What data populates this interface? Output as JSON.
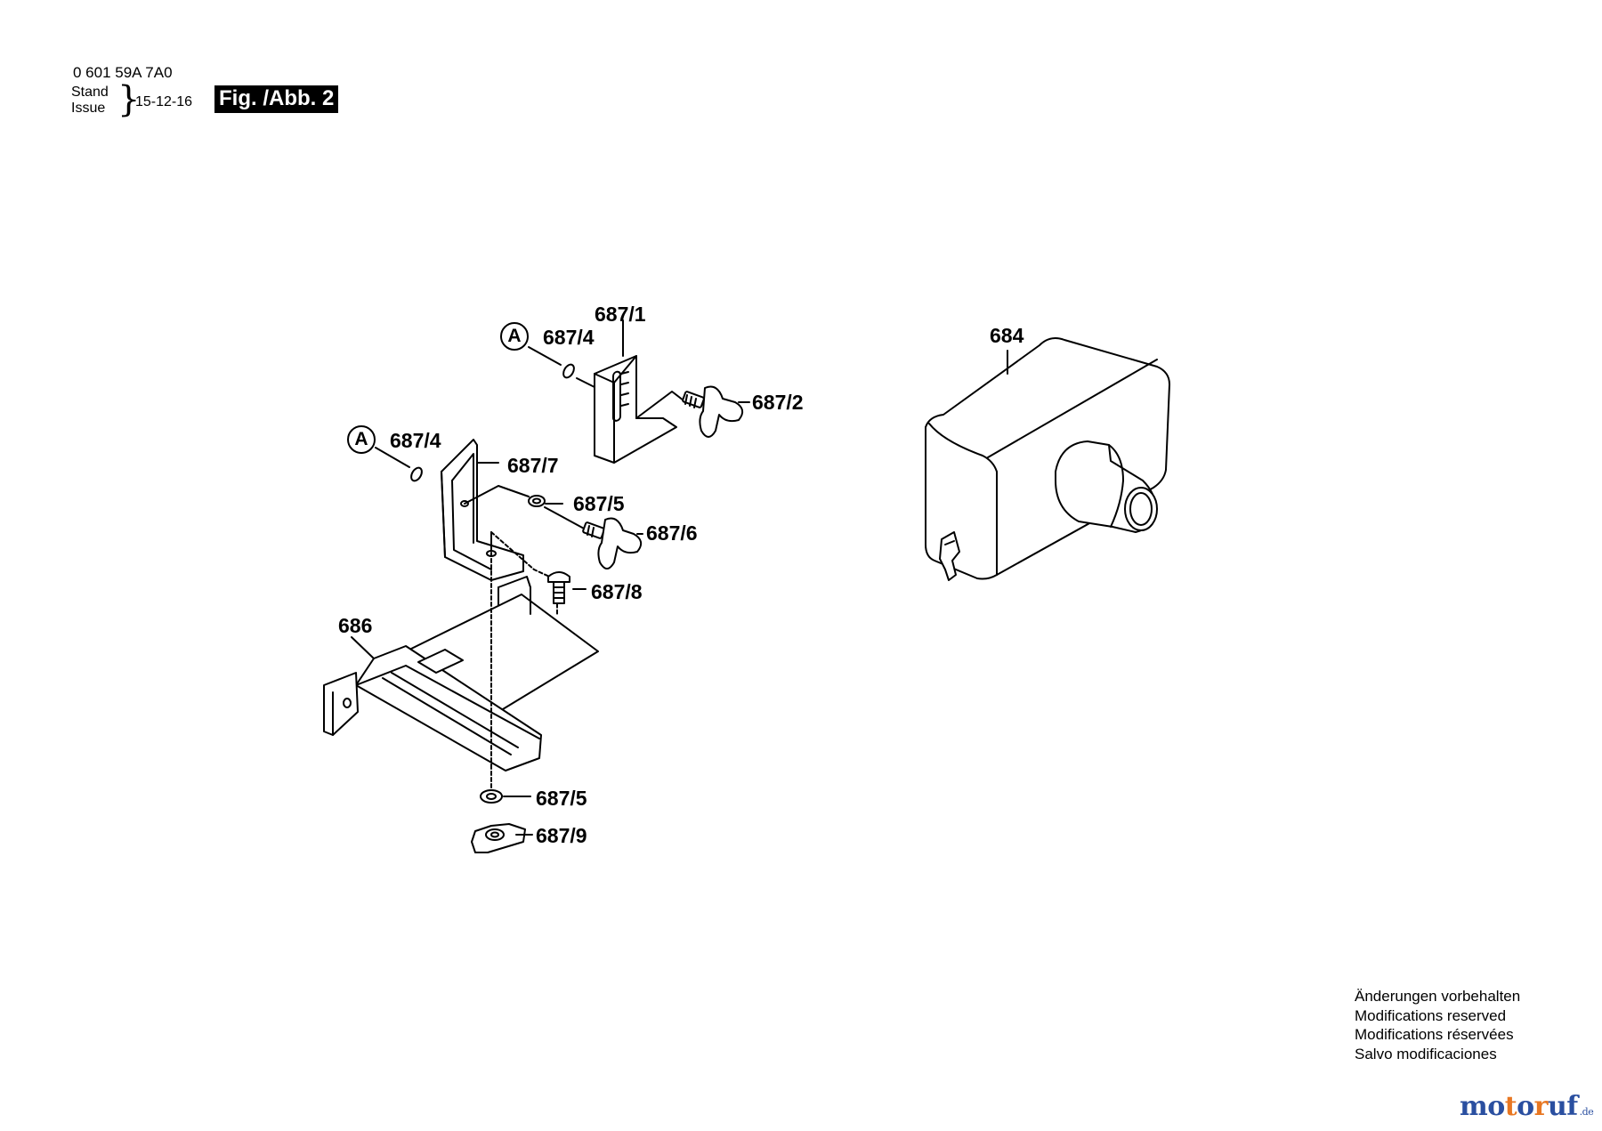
{
  "header": {
    "part_number": "0 601 59A 7A0",
    "stand": "Stand",
    "issue": "Issue",
    "date": "15-12-16",
    "figure": "Fig. /Abb. 2"
  },
  "labels": {
    "p687_1": "687/1",
    "p687_4_top": "687/4",
    "p687_2": "687/2",
    "p687_4_mid": "687/4",
    "p687_7": "687/7",
    "p687_5_mid": "687/5",
    "p687_6": "687/6",
    "p687_8": "687/8",
    "p686": "686",
    "p687_5_bot": "687/5",
    "p687_9": "687/9",
    "p684": "684",
    "ref_a_top": "A",
    "ref_a_mid": "A"
  },
  "notes": [
    "Änderungen vorbehalten",
    "Modifications reserved",
    "Modifications réservées",
    "Salvo modificaciones"
  ],
  "brand": {
    "name": "motoruf",
    "tld": ".de",
    "colors": {
      "blue": "#2a4fa0",
      "orange": "#e87722"
    }
  }
}
